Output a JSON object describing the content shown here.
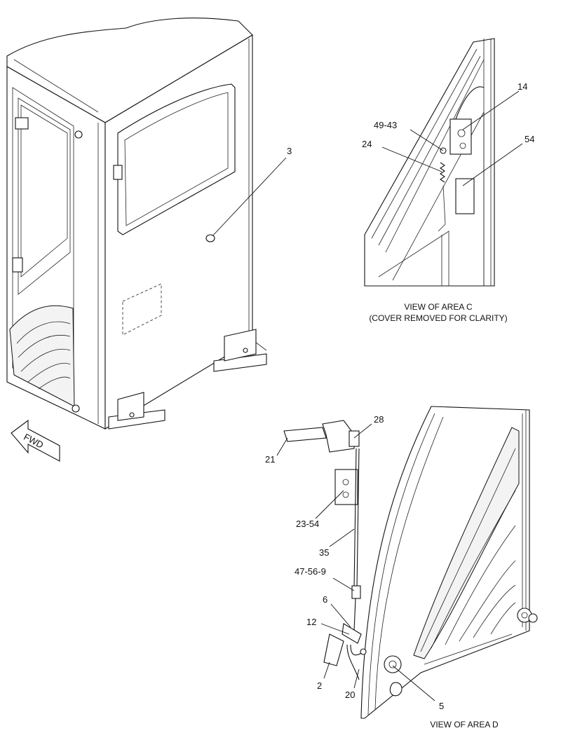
{
  "callouts": {
    "c3": "3",
    "c14": "14",
    "c49_43": "49-43",
    "c24": "24",
    "c54": "54",
    "c28": "28",
    "c21": "21",
    "c23_54": "23-54",
    "c35": "35",
    "c47_56_9": "47-56-9",
    "c6": "6",
    "c12": "12",
    "c2": "2",
    "c20": "20",
    "c5": "5"
  },
  "captions": {
    "view_c_line1": "VIEW OF AREA C",
    "view_c_line2": "(COVER REMOVED FOR CLARITY)",
    "view_d": "VIEW OF AREA D"
  },
  "direction_arrow": {
    "label": "FWD"
  }
}
